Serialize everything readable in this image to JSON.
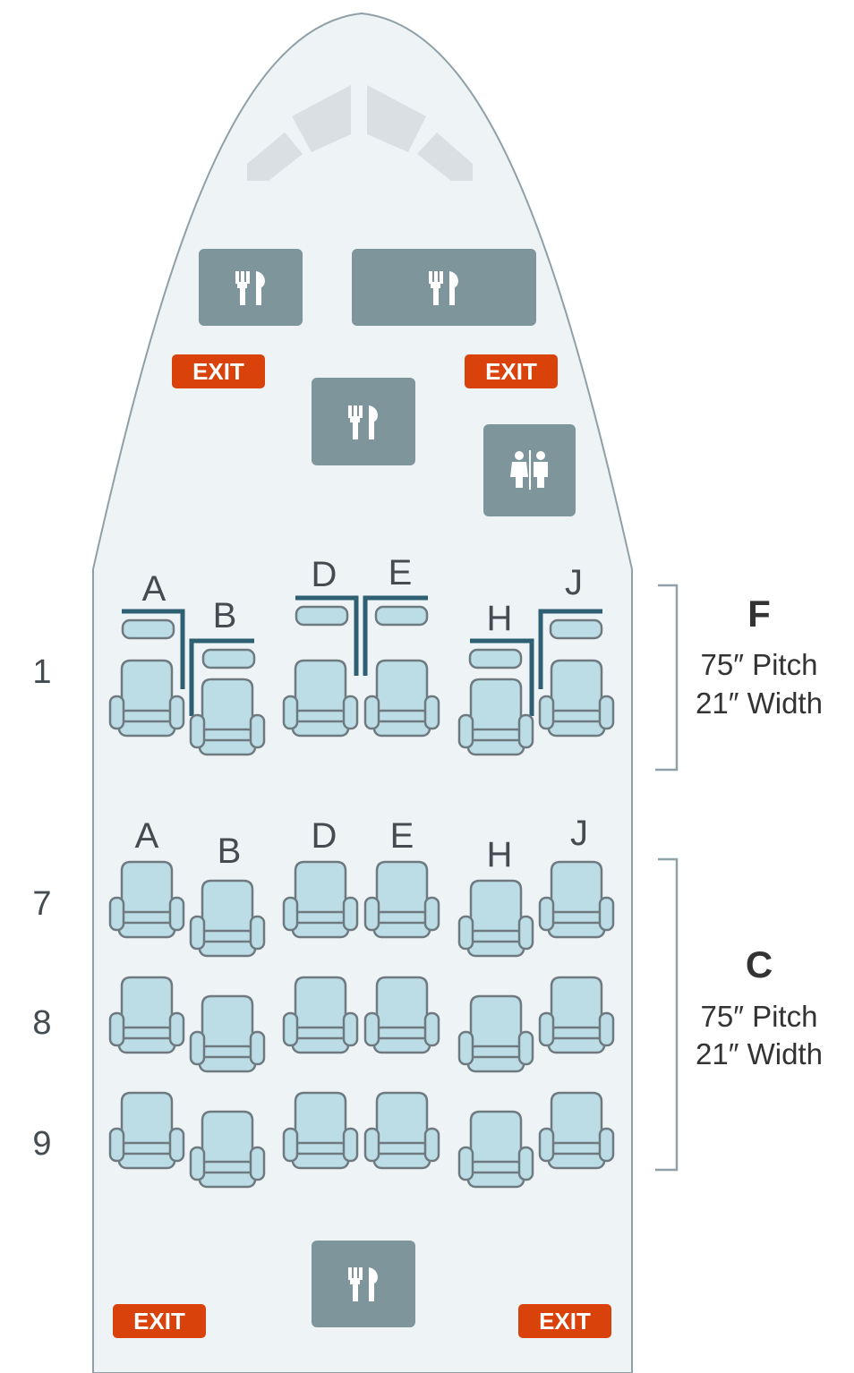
{
  "colors": {
    "cabin_fill": "#eef3f6",
    "cabin_outline": "#8fa0a8",
    "seat_fill": "#bcdde6",
    "service_block": "#7e959b",
    "exit_badge": "#d9420b",
    "divider": "#2f5f72"
  },
  "service_areas": [
    {
      "id": "galley-1",
      "icon": "galley-icon"
    },
    {
      "id": "galley-2",
      "icon": "galley-icon"
    },
    {
      "id": "galley-3",
      "icon": "galley-icon"
    },
    {
      "id": "lavatory-1",
      "icon": "lavatory-icon"
    },
    {
      "id": "galley-4",
      "icon": "galley-icon"
    }
  ],
  "exits": [
    "EXIT",
    "EXIT",
    "EXIT",
    "EXIT"
  ],
  "cabins": [
    {
      "code": "F",
      "pitch": "75″ Pitch",
      "width": "21″ Width",
      "seat_letters": [
        "A",
        "B",
        "D",
        "E",
        "H",
        "J"
      ],
      "rows": [
        "1"
      ]
    },
    {
      "code": "C",
      "pitch": "75″ Pitch",
      "width": "21″ Width",
      "seat_letters": [
        "A",
        "B",
        "D",
        "E",
        "H",
        "J"
      ],
      "rows": [
        "7",
        "8",
        "9"
      ]
    }
  ]
}
